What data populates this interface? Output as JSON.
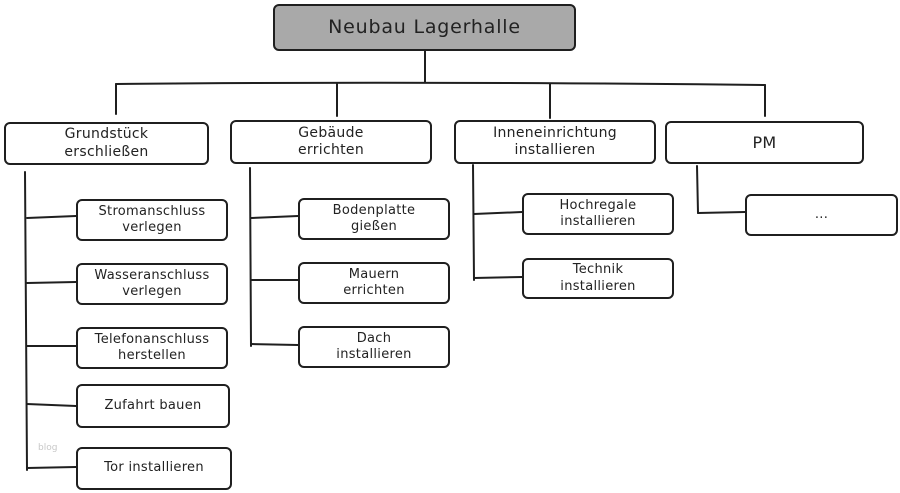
{
  "diagram": {
    "root": "Neubau Lagerhalle",
    "branches": [
      {
        "label": "Grundstück\nerschließen",
        "children": [
          "Stromanschluss\nverlegen",
          "Wasseranschluss\nverlegen",
          "Telefonanschluss\nherstellen",
          "Zufahrt bauen",
          "Tor installieren"
        ]
      },
      {
        "label": "Gebäude\nerrichten",
        "children": [
          "Bodenplatte\ngießen",
          "Mauern\nerrichten",
          "Dach\ninstallieren"
        ]
      },
      {
        "label": "Inneneinrichtung\ninstallieren",
        "children": [
          "Hochregale\ninstallieren",
          "Technik\ninstallieren"
        ]
      },
      {
        "label": "PM",
        "children": [
          "..."
        ]
      }
    ]
  },
  "watermark": "blog"
}
